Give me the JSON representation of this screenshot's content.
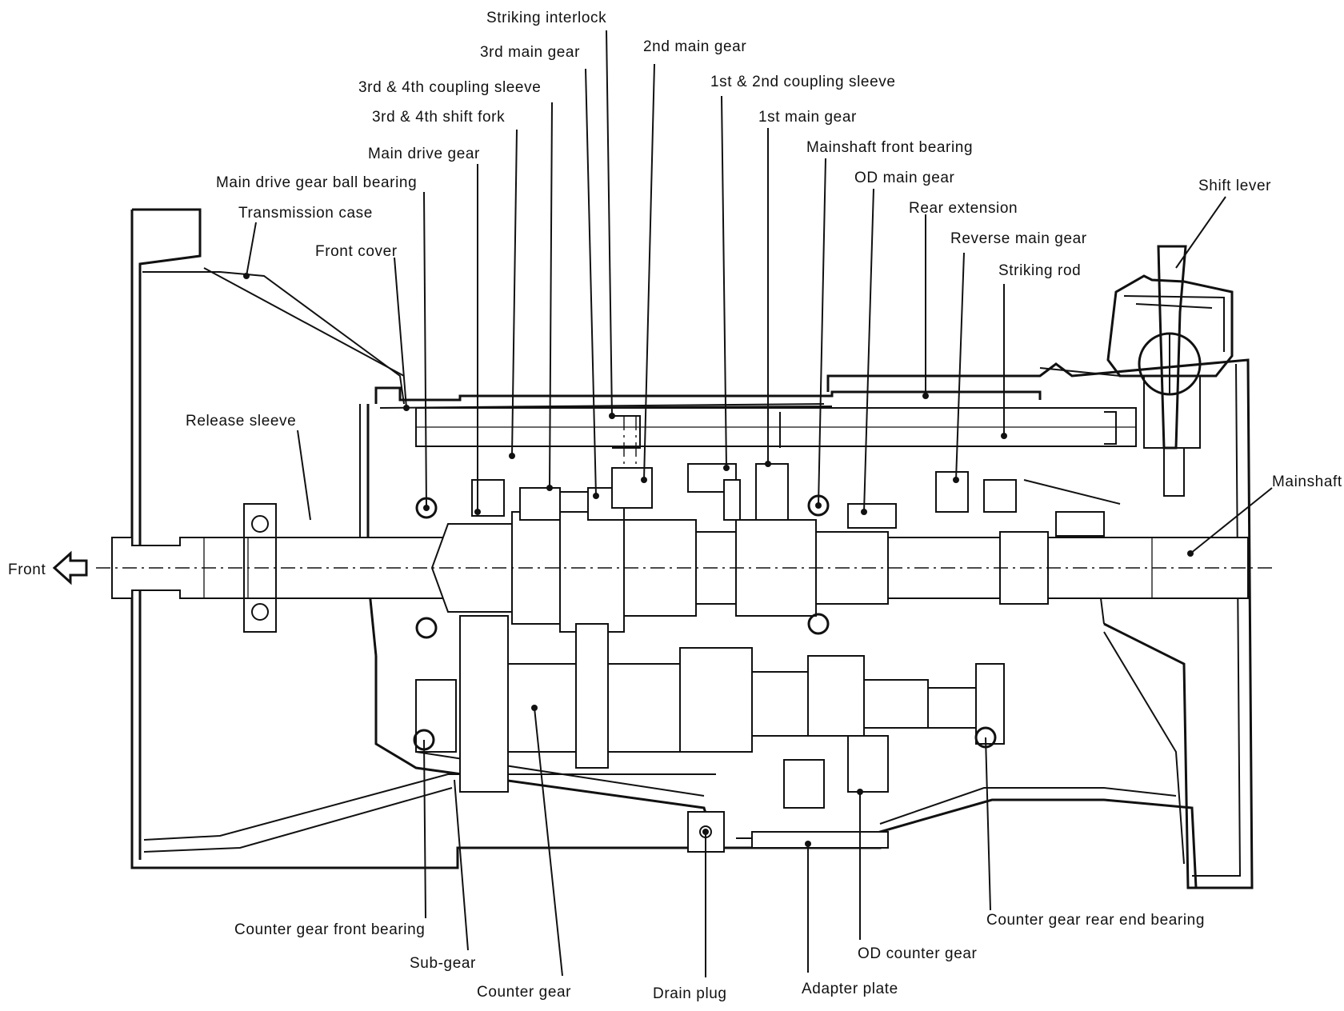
{
  "labels": {
    "front": "Front",
    "transmission_case": "Transmission case",
    "main_drive_gear_ball_bearing": "Main drive gear ball bearing",
    "main_drive_gear": "Main drive gear",
    "third_fourth_shift_fork": "3rd & 4th shift fork",
    "third_fourth_coupling_sleeve": "3rd & 4th coupling sleeve",
    "third_main_gear": "3rd main gear",
    "striking_interlock": "Striking interlock",
    "second_main_gear": "2nd main gear",
    "first_second_coupling_sleeve": "1st & 2nd coupling sleeve",
    "first_main_gear": "1st main gear",
    "mainshaft_front_bearing": "Mainshaft front bearing",
    "od_main_gear": "OD main gear",
    "rear_extension": "Rear extension",
    "reverse_main_gear": "Reverse main gear",
    "striking_rod": "Striking rod",
    "shift_lever": "Shift lever",
    "mainshaft": "Mainshaft",
    "front_cover": "Front cover",
    "release_sleeve": "Release sleeve",
    "counter_gear_front_bearing": "Counter gear front bearing",
    "sub_gear": "Sub-gear",
    "counter_gear": "Counter gear",
    "drain_plug": "Drain plug",
    "adapter_plate": "Adapter plate",
    "od_counter_gear": "OD counter gear",
    "counter_gear_rear_end_bearing": "Counter gear rear end bearing"
  }
}
